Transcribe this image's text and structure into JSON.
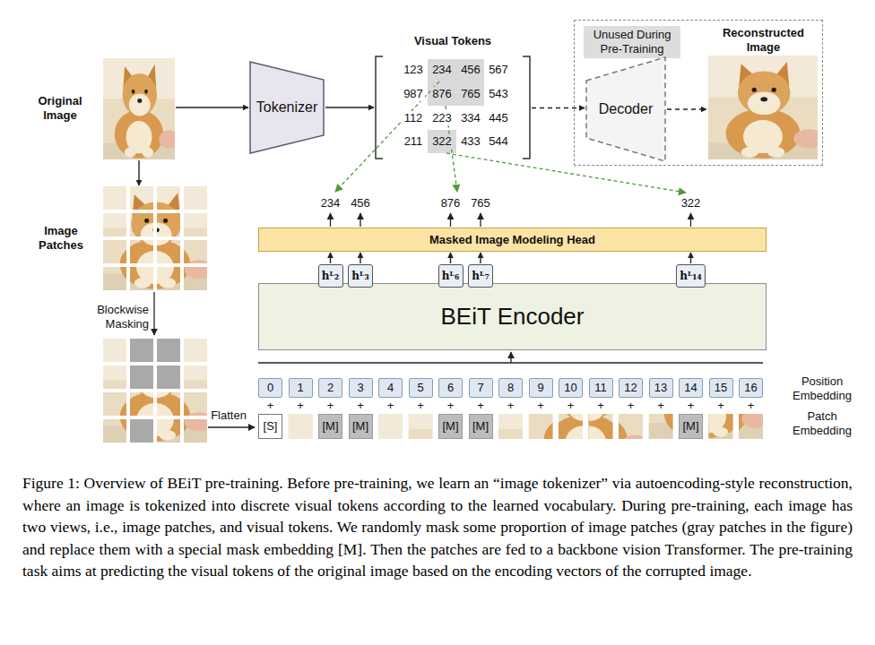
{
  "diagram": {
    "caption": "Figure 1: Overview of BEiT pre-training. Before pre-training, we learn an “image tokenizer” via autoencoding-style reconstruction, where an image is tokenized into discrete visual tokens according to the learned vocabulary. During pre-training, each image has two views, i.e., image patches, and visual tokens. We randomly mask some proportion of image patches (gray patches in the figure) and replace them with a special mask embedding [M]. Then the patches are fed to a backbone vision Transformer. The pre-training task aims at predicting the visual tokens of the original image based on the encoding vectors of the corrupted image.",
    "nodes": [
      {
        "text": [
          "Original Image"
        ]
      },
      {
        "text": [
          "Tokenizer"
        ]
      },
      {
        "text": [
          "Visual Tokens"
        ]
      },
      {
        "text": [
          "Unused During Pre-Training"
        ]
      },
      {
        "text": [
          "Decoder"
        ],
        "in": 3
      },
      {
        "text": [
          "Reconstructed Image"
        ],
        "in": 3
      },
      {
        "text": [
          "Image Patches"
        ]
      },
      {
        "text": [
          "Masked Image Modeling Head"
        ]
      },
      {
        "text": [
          "BEiT Encoder"
        ]
      },
      {
        "text": [
          "hᴸ₂"
        ]
      },
      {
        "text": [
          "hᴸ₃"
        ]
      },
      {
        "text": [
          "hᴸ₆"
        ]
      },
      {
        "text": [
          "hᴸ₇"
        ]
      },
      {
        "text": [
          "hᴸ₁₄"
        ]
      },
      {
        "text": [
          "0"
        ]
      },
      {
        "text": [
          "1"
        ]
      },
      {
        "text": [
          "2"
        ]
      },
      {
        "text": [
          "3"
        ]
      },
      {
        "text": [
          "4"
        ]
      },
      {
        "text": [
          "5"
        ]
      },
      {
        "text": [
          "6"
        ]
      },
      {
        "text": [
          "7"
        ]
      },
      {
        "text": [
          "8"
        ]
      },
      {
        "text": [
          "9"
        ]
      },
      {
        "text": [
          "10"
        ]
      },
      {
        "text": [
          "11"
        ]
      },
      {
        "text": [
          "12"
        ]
      },
      {
        "text": [
          "13"
        ]
      },
      {
        "text": [
          "14"
        ]
      },
      {
        "text": [
          "15"
        ]
      },
      {
        "text": [
          "16"
        ]
      },
      {
        "text": [
          "[S]"
        ]
      },
      {
        "text": [
          "[M]"
        ]
      },
      {
        "text": [
          "[M]"
        ]
      },
      {
        "text": [
          "[M]"
        ]
      },
      {
        "text": [
          "[M]"
        ]
      },
      {
        "text": [
          "[M]"
        ]
      }
    ],
    "edges": [
      {
        "from": 0,
        "to": 1,
        "arrow": "to"
      },
      {
        "from": 0,
        "to": 6,
        "arrow": "to"
      },
      {
        "from": 1,
        "to": 2,
        "arrow": "to"
      },
      {
        "from": 2,
        "to": 4,
        "arrow": "to"
      },
      {
        "from": 4,
        "to": 5,
        "arrow": "to"
      },
      {
        "from": 9,
        "to": 7,
        "arrow": "to"
      },
      {
        "from": 10,
        "to": 7,
        "arrow": "to"
      },
      {
        "from": 11,
        "to": 7,
        "arrow": "to"
      },
      {
        "from": 12,
        "to": 7,
        "arrow": "to"
      },
      {
        "from": 13,
        "to": 7,
        "arrow": "to"
      }
    ],
    "labels": [
      "123",
      "234",
      "456",
      "567",
      "987",
      "876",
      "765",
      "543",
      "112",
      "223",
      "334",
      "445",
      "211",
      "322",
      "433",
      "544",
      "234",
      "456",
      "876",
      "765",
      "322",
      "Blockwise Masking",
      "Flatten",
      "+",
      "+",
      "+",
      "+",
      "+",
      "+",
      "+",
      "+",
      "+",
      "+",
      "+",
      "+",
      "+",
      "+",
      "+",
      "+",
      "+",
      "Position Embedding",
      "Patch Embedding"
    ]
  }
}
